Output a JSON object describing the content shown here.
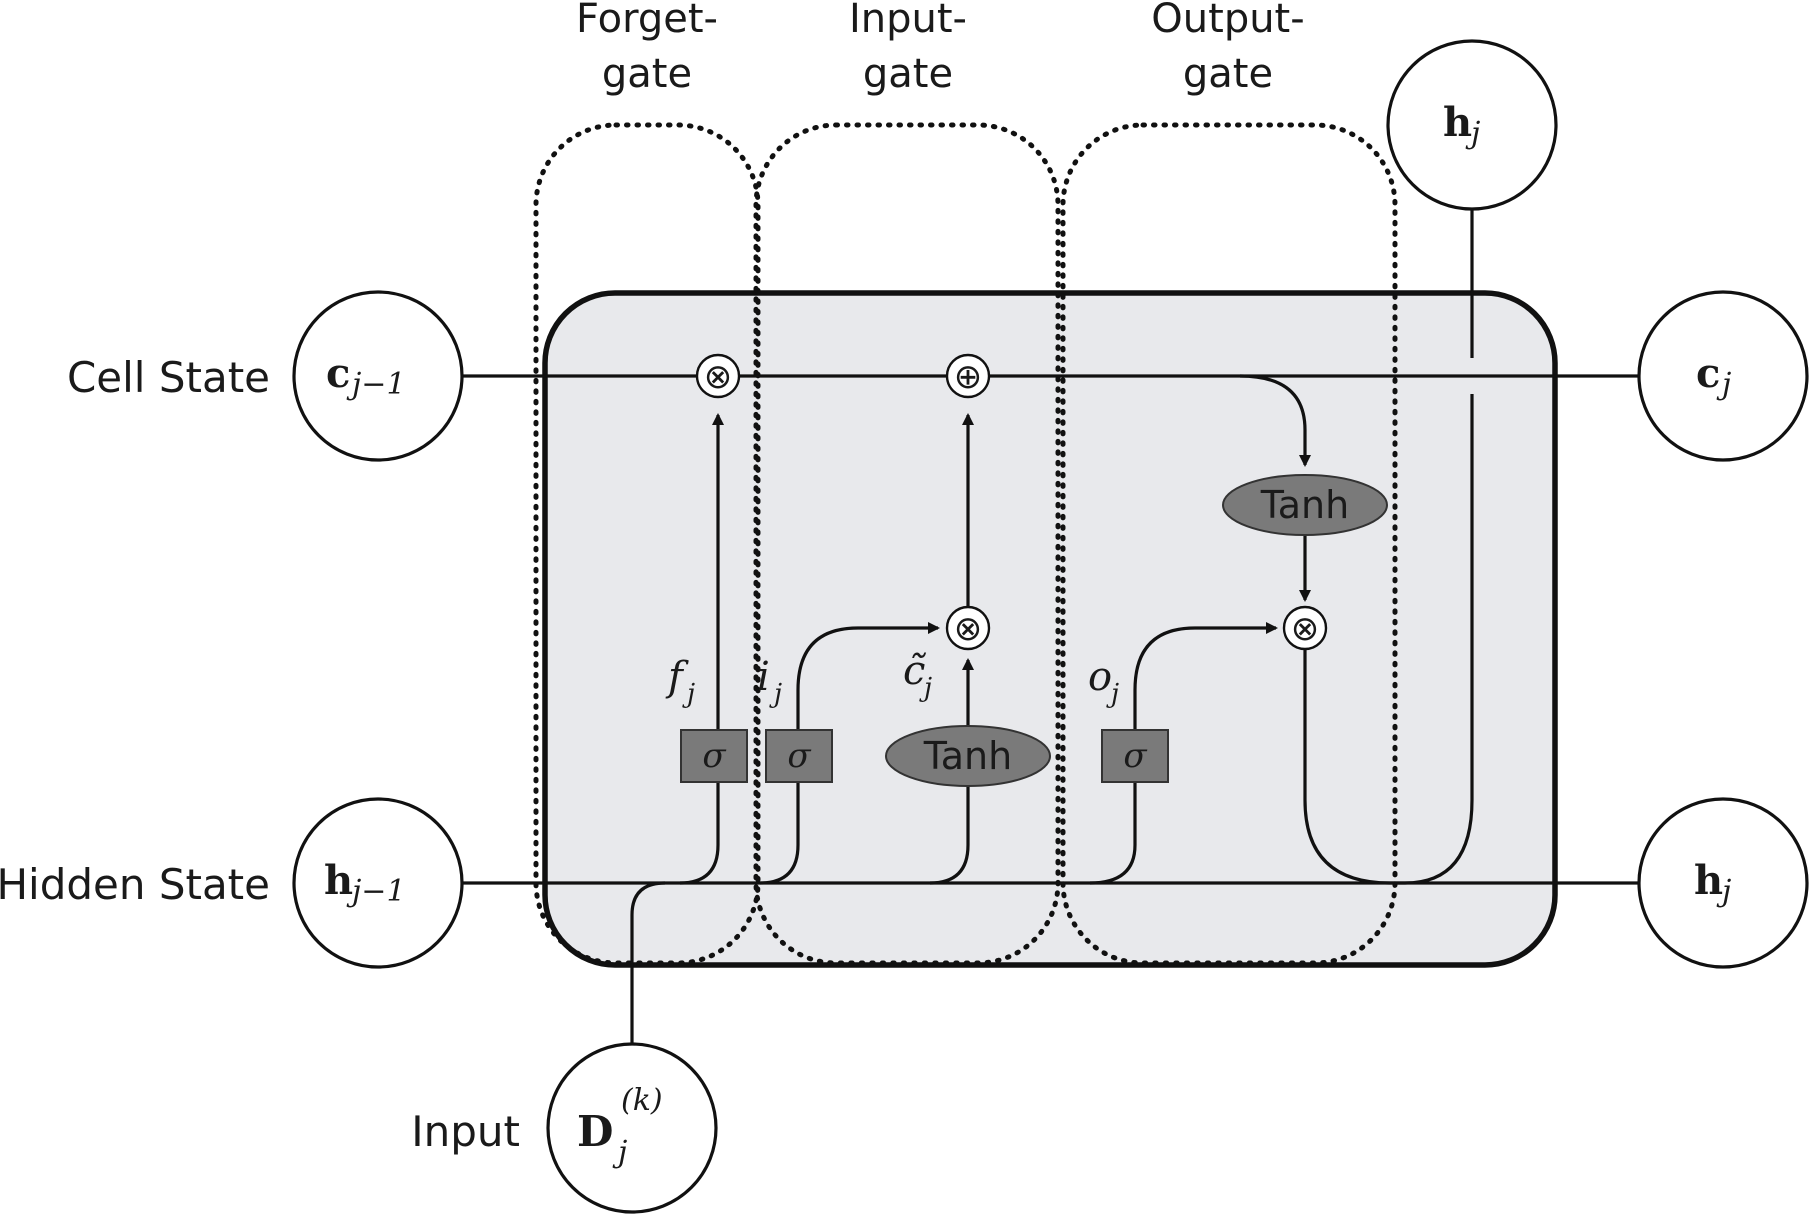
{
  "gates": {
    "forget": [
      "Forget-",
      "gate"
    ],
    "input": [
      "Input-",
      "gate"
    ],
    "output": [
      "Output-",
      "gate"
    ]
  },
  "side_labels": {
    "cell_state": "Cell State",
    "hidden_state": "Hidden State",
    "input": "Input"
  },
  "nodes": {
    "c_prev": {
      "base": "c",
      "sub": "j−1"
    },
    "h_prev": {
      "base": "h",
      "sub": "j−1"
    },
    "c_next": {
      "base": "c",
      "sub": "j"
    },
    "h_next": {
      "base": "h",
      "sub": "j"
    },
    "h_top": {
      "base": "h",
      "sub": "j"
    },
    "input": {
      "base": "D",
      "sub": "j",
      "sup": "(k)"
    }
  },
  "operators": {
    "multiply": "⊗",
    "add": "⊕"
  },
  "blocks": {
    "sigma": "σ",
    "tanh": "Tanh"
  },
  "gate_signals": {
    "f": {
      "base": "f",
      "sub": "j"
    },
    "i": {
      "base": "i",
      "sub": "j"
    },
    "c_tilde": {
      "base": "c̃",
      "sub": "j"
    },
    "o": {
      "base": "o",
      "sub": "j"
    }
  }
}
